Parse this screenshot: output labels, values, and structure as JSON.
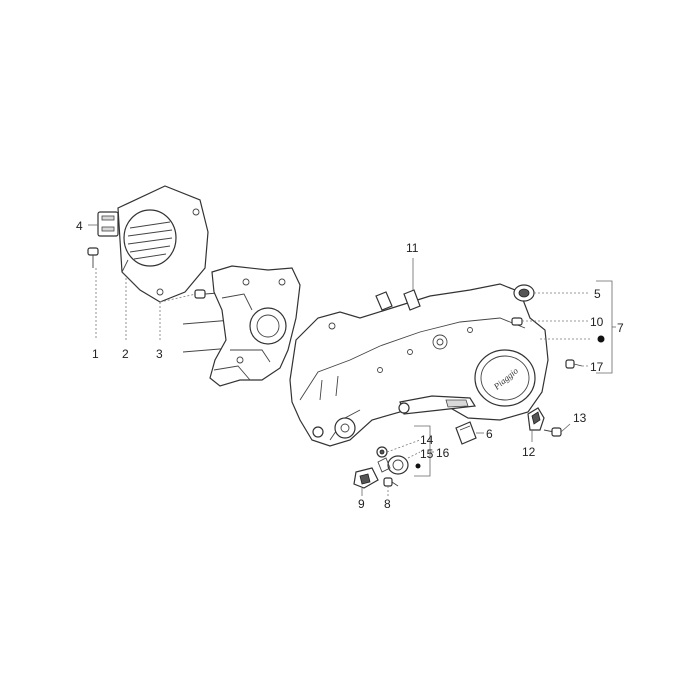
{
  "callouts": [
    {
      "id": "c1",
      "text": "1"
    },
    {
      "id": "c2",
      "text": "2"
    },
    {
      "id": "c3",
      "text": "3"
    },
    {
      "id": "c4",
      "text": "4"
    },
    {
      "id": "c5",
      "text": "5"
    },
    {
      "id": "c6",
      "text": "6"
    },
    {
      "id": "c7",
      "text": "7"
    },
    {
      "id": "c8",
      "text": "8"
    },
    {
      "id": "c9",
      "text": "9"
    },
    {
      "id": "c10",
      "text": "10"
    },
    {
      "id": "c11",
      "text": "11"
    },
    {
      "id": "c12",
      "text": "12"
    },
    {
      "id": "c13",
      "text": "13"
    },
    {
      "id": "c14",
      "text": "14"
    },
    {
      "id": "c15",
      "text": "15"
    },
    {
      "id": "c16",
      "text": "16"
    },
    {
      "id": "c17",
      "text": "17"
    }
  ],
  "logo_text": "Piaggio"
}
